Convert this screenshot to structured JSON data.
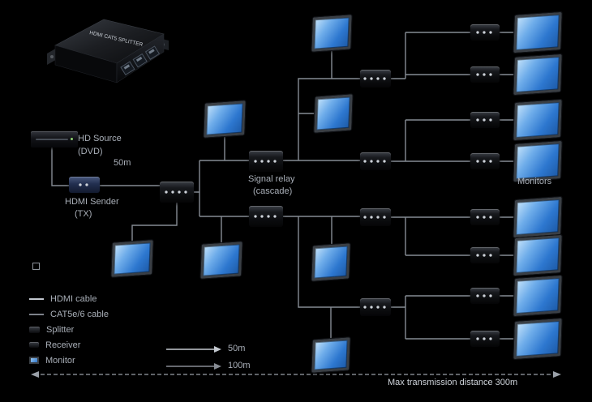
{
  "diagram": {
    "background": "#000000",
    "wire_color": "#868c94",
    "screen_blue": "#2d77cf",
    "device": {
      "top_label": "HDMI CAT5 SPLITTER"
    },
    "labels": {
      "source_line1": "HD Source",
      "source_line2": "(DVD)",
      "segment_50m": "50m",
      "tx_line1": "HDMI Sender",
      "tx_line2": "(TX)",
      "relay_line1": "Signal relay",
      "relay_line2": "(cascade)",
      "monitors_note": "Monitors",
      "arrow_50m": "50m",
      "arrow_100m": "100m",
      "total_distance": "Max transmission distance 300m"
    },
    "legend": {
      "items": [
        {
          "icon": "hdmi-line-icon",
          "label": "HDMI cable"
        },
        {
          "icon": "cat5-line-icon",
          "label": "CAT5e/6 cable"
        },
        {
          "icon": "splitter-icon",
          "label": "Splitter"
        },
        {
          "icon": "receiver-icon",
          "label": "Receiver"
        },
        {
          "icon": "monitor-icon",
          "label": "Monitor"
        }
      ]
    }
  }
}
